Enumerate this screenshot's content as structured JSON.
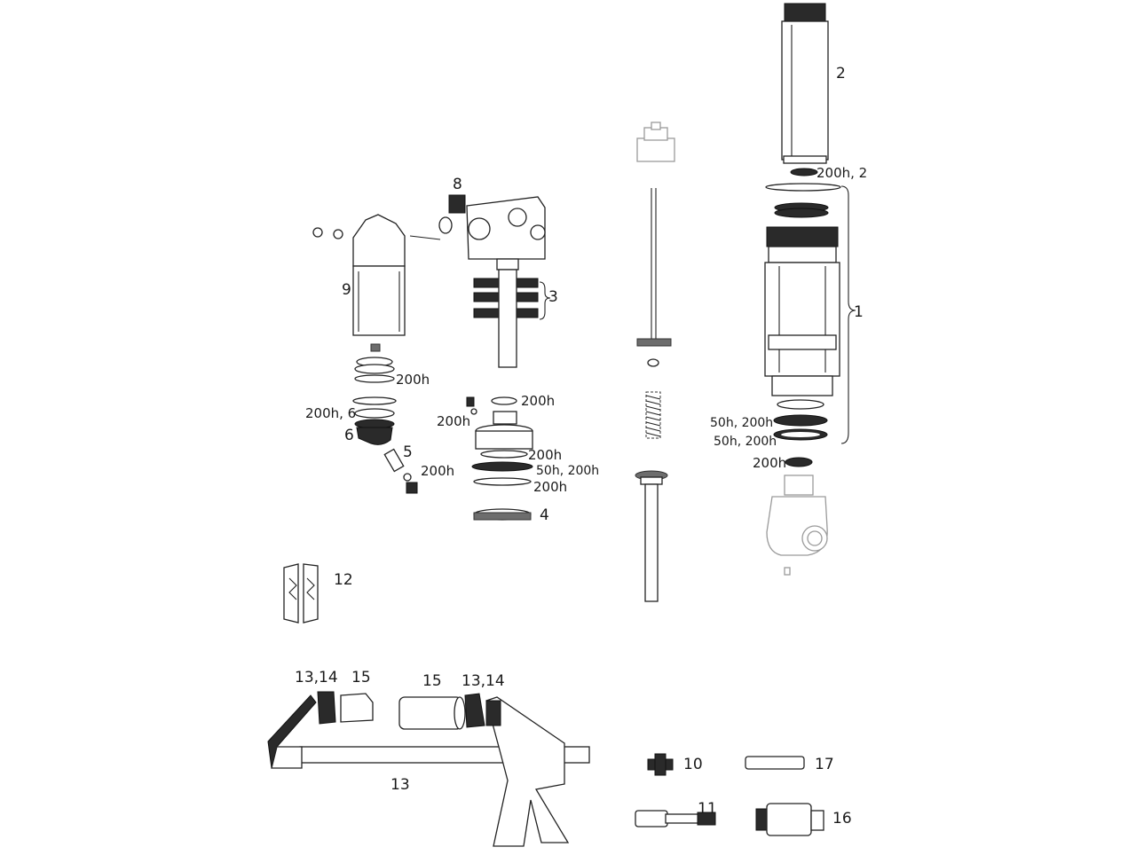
{
  "labels": {
    "p1": "1",
    "p2": "2",
    "p2_sub": "200h, 2",
    "p3": "3",
    "p4": "4",
    "p5": "5",
    "p6": "6",
    "p6_sub": "200h, 6",
    "p8": "8",
    "p9": "9",
    "p10": "10",
    "p11": "11",
    "p12": "12",
    "p13": "13",
    "p13_14_left": "13,14",
    "p13_14_right": "13,14",
    "p15_left": "15",
    "p15_right": "15",
    "p16": "16",
    "p17": "17",
    "h200_a": "200h",
    "h200_b": "200h",
    "h200_c": "200h",
    "h200_d": "200h",
    "h200_e": "200h",
    "h200_f": "200h",
    "h200_g": "200h",
    "h200_h": "200h",
    "h50_200_a": "50h, 200h",
    "h50_200_b": "50h, 200h",
    "h50_200_c": "50h, 200h"
  }
}
